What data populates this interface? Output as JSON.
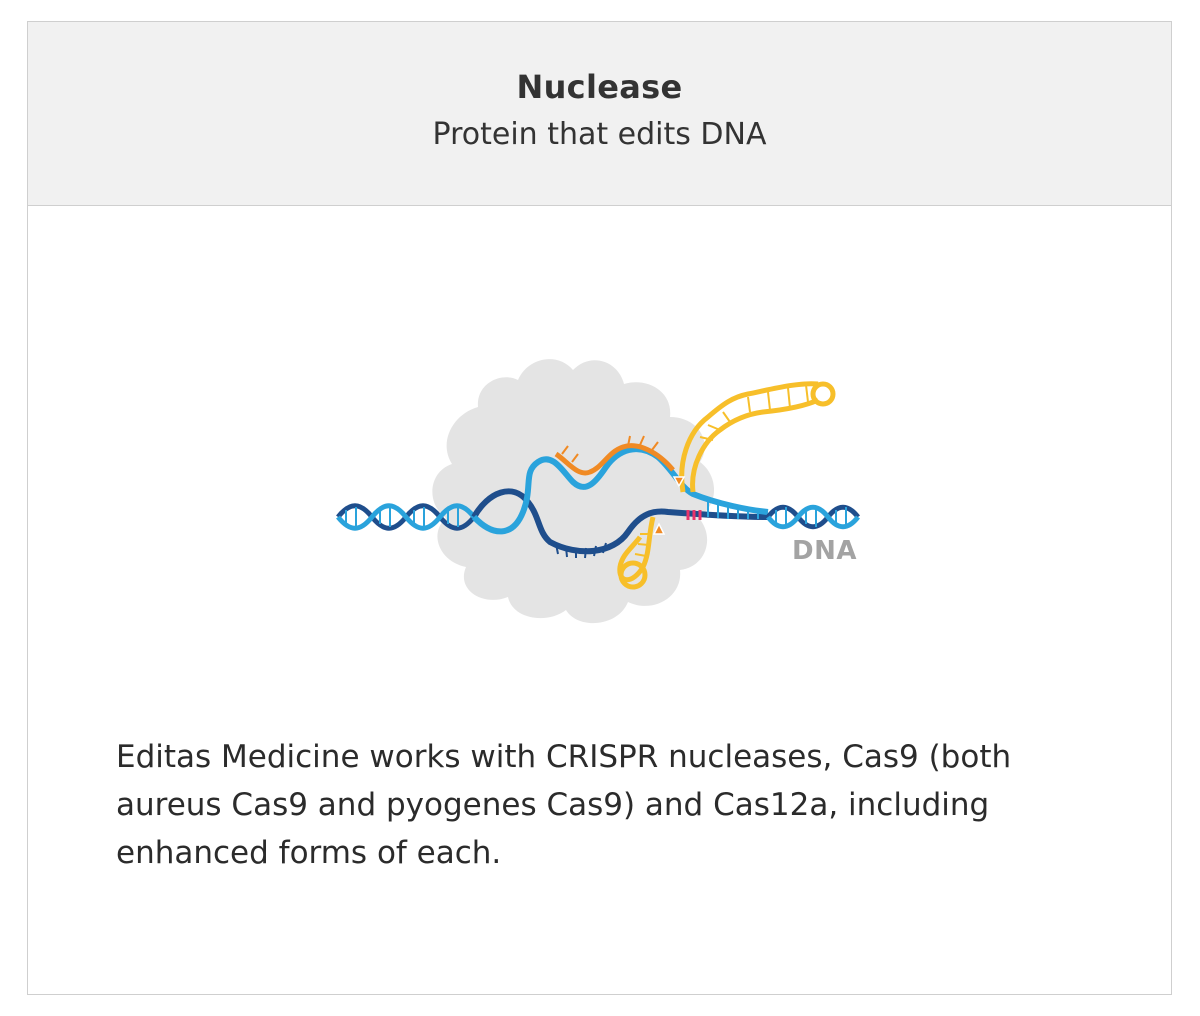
{
  "card": {
    "title": "Nuclease",
    "subtitle": "Protein that edits DNA"
  },
  "illustration": {
    "label": "DNA",
    "colors": {
      "protein": "#e4e4e4",
      "dna_dark": "#1f4e8c",
      "dna_light": "#2aa3dc",
      "guide_orange": "#f08a24",
      "guide_yellow": "#f7bf2a",
      "pam_pink": "#e8336b"
    }
  },
  "description": "Editas Medicine works with CRISPR nucleases, Cas9 (both aureus Cas9 and pyogenes Cas9) and Cas12a, including enhanced forms of each."
}
